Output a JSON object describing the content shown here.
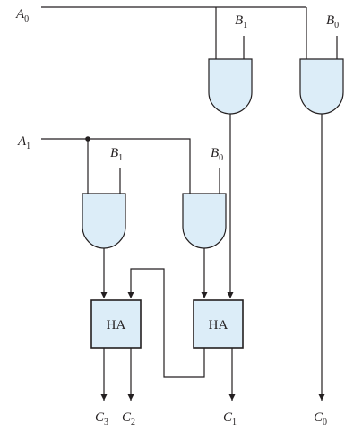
{
  "inputs": {
    "a0": {
      "base": "A",
      "sub": "0"
    },
    "a1": {
      "base": "A",
      "sub": "1"
    },
    "b1_top": {
      "base": "B",
      "sub": "1"
    },
    "b0_top": {
      "base": "B",
      "sub": "0"
    },
    "b1_mid": {
      "base": "B",
      "sub": "1"
    },
    "b0_mid": {
      "base": "B",
      "sub": "0"
    }
  },
  "half_adders": [
    "HA",
    "HA"
  ],
  "outputs": {
    "c3": {
      "base": "C",
      "sub": "3"
    },
    "c2": {
      "base": "C",
      "sub": "2"
    },
    "c1": {
      "base": "C",
      "sub": "1"
    },
    "c0": {
      "base": "C",
      "sub": "0"
    }
  },
  "colors": {
    "gate_fill": "#dcedf8",
    "stroke": "#231f20"
  }
}
